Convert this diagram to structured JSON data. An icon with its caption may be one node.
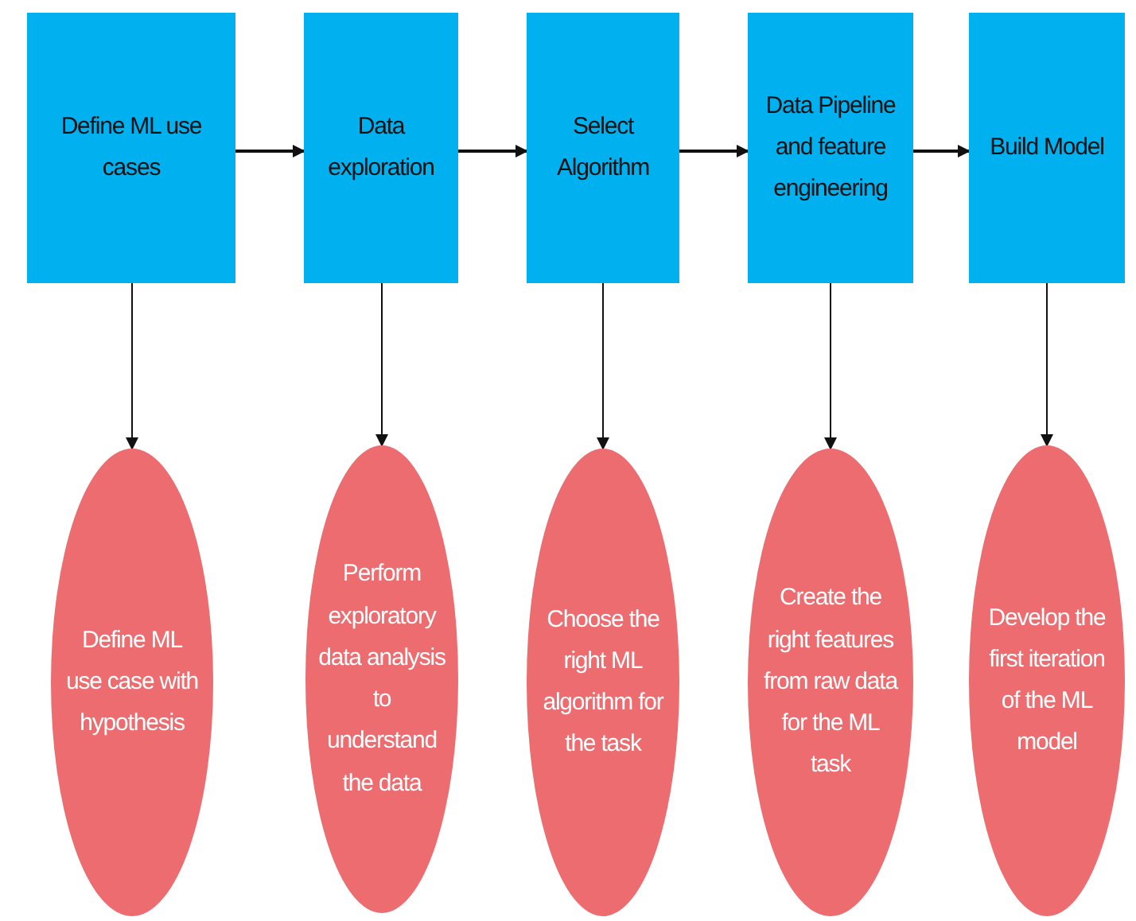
{
  "diagram": {
    "nodes": [
      {
        "text": [
          "Define ML use cases"
        ]
      },
      {
        "text": [
          "Data exploration"
        ]
      },
      {
        "text": [
          "Select Algorithm"
        ]
      },
      {
        "text": [
          "Data Pipeline and feature engineering"
        ]
      },
      {
        "text": [
          "Build Model"
        ]
      },
      {
        "text": [
          "Define ML use case with hypothesis"
        ]
      },
      {
        "text": [
          "Perform exploratory data analysis to understand the data"
        ]
      },
      {
        "text": [
          "Choose the right ML algorithm for the task"
        ]
      },
      {
        "text": [
          "Create the right features from raw data for the ML task"
        ]
      },
      {
        "text": [
          "Develop the first iteration of the ML model"
        ]
      }
    ],
    "edges": [
      {
        "from": 0,
        "to": 1,
        "arrow": "to"
      },
      {
        "from": 1,
        "to": 2,
        "arrow": "to"
      },
      {
        "from": 2,
        "to": 3,
        "arrow": "to"
      },
      {
        "from": 3,
        "to": 4,
        "arrow": "to"
      },
      {
        "from": 0,
        "to": 5,
        "arrow": "to"
      },
      {
        "from": 1,
        "to": 6,
        "arrow": "to"
      },
      {
        "from": 2,
        "to": 7,
        "arrow": "to"
      },
      {
        "from": 3,
        "to": 8,
        "arrow": "to"
      },
      {
        "from": 4,
        "to": 9,
        "arrow": "to"
      }
    ]
  }
}
